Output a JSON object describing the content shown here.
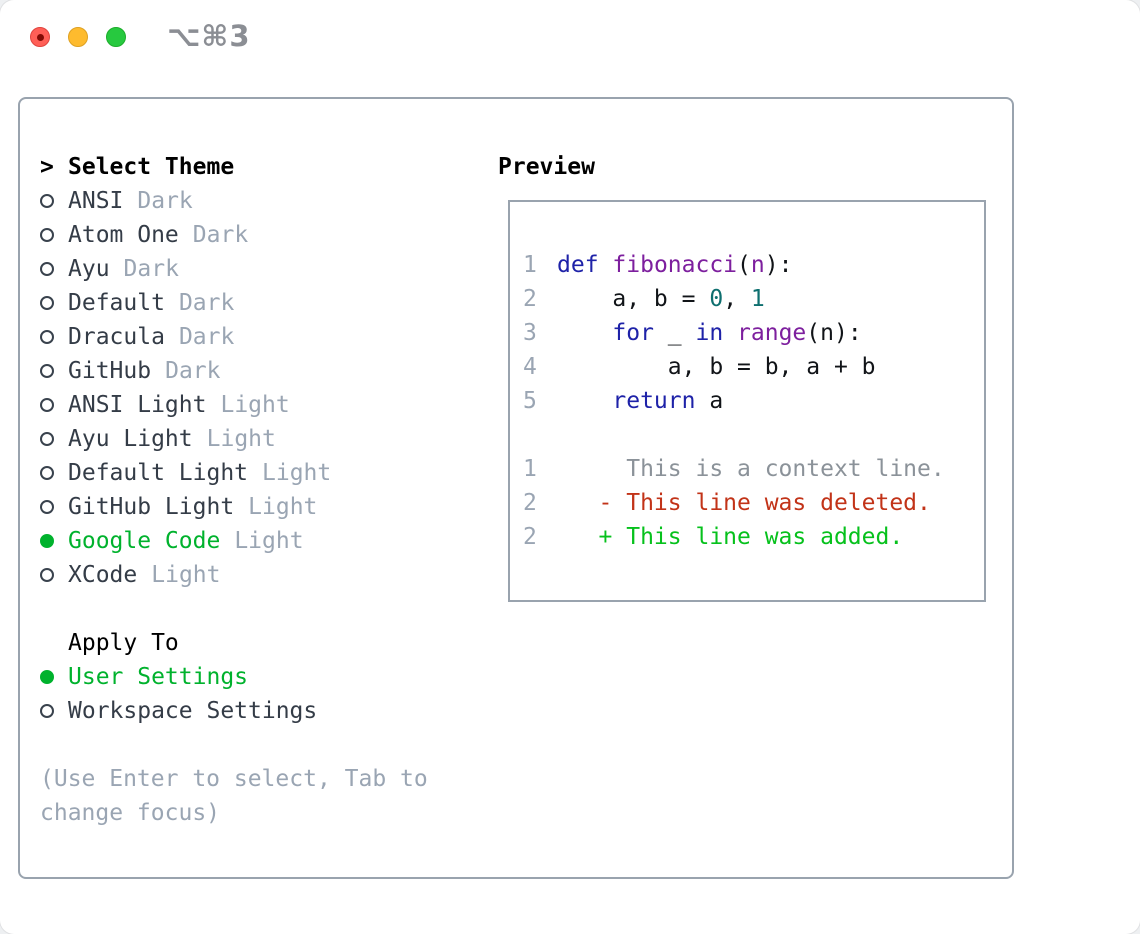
{
  "window": {
    "title": "⌥⌘3",
    "controls": [
      {
        "name": "close",
        "color": "#ff5f57"
      },
      {
        "name": "minimize",
        "color": "#febb2e"
      },
      {
        "name": "zoom",
        "color": "#27c93f"
      }
    ]
  },
  "theme_picker": {
    "heading_marker": ">",
    "heading": "Select Theme",
    "items": [
      {
        "name": "ANSI",
        "variant": "Dark",
        "selected": false
      },
      {
        "name": "Atom One",
        "variant": "Dark",
        "selected": false
      },
      {
        "name": "Ayu",
        "variant": "Dark",
        "selected": false
      },
      {
        "name": "Default",
        "variant": "Dark",
        "selected": false
      },
      {
        "name": "Dracula",
        "variant": "Dark",
        "selected": false
      },
      {
        "name": "GitHub",
        "variant": "Dark",
        "selected": false
      },
      {
        "name": "ANSI Light",
        "variant": "Light",
        "selected": false
      },
      {
        "name": "Ayu Light",
        "variant": "Light",
        "selected": false
      },
      {
        "name": "Default Light",
        "variant": "Light",
        "selected": false
      },
      {
        "name": "GitHub Light",
        "variant": "Light",
        "selected": false
      },
      {
        "name": "Google Code",
        "variant": "Light",
        "selected": true
      },
      {
        "name": "XCode",
        "variant": "Light",
        "selected": false
      }
    ],
    "apply_to": {
      "heading": "Apply To",
      "options": [
        {
          "label": "User Settings",
          "selected": true
        },
        {
          "label": "Workspace Settings",
          "selected": false
        }
      ]
    },
    "hint_lines": [
      "(Use Enter to select, Tab to",
      "change focus)"
    ]
  },
  "preview": {
    "heading": "Preview",
    "code_lines": [
      {
        "no": "1",
        "tokens": [
          [
            "kw",
            "def"
          ],
          [
            "pln",
            " "
          ],
          [
            "fn",
            "fibonacci"
          ],
          [
            "pln",
            "("
          ],
          [
            "fn",
            "n"
          ],
          [
            "pln",
            "):"
          ]
        ]
      },
      {
        "no": "2",
        "tokens": [
          [
            "pln",
            "    a, b = "
          ],
          [
            "lit",
            "0"
          ],
          [
            "pln",
            ", "
          ],
          [
            "lit",
            "1"
          ]
        ]
      },
      {
        "no": "3",
        "tokens": [
          [
            "pln",
            "    "
          ],
          [
            "kw",
            "for"
          ],
          [
            "pln",
            " _ "
          ],
          [
            "kw",
            "in"
          ],
          [
            "pln",
            " "
          ],
          [
            "fn",
            "range"
          ],
          [
            "pln",
            "(n):"
          ]
        ]
      },
      {
        "no": "4",
        "tokens": [
          [
            "pln",
            "        a, b = b, a + b"
          ]
        ]
      },
      {
        "no": "5",
        "tokens": [
          [
            "pln",
            "    "
          ],
          [
            "kw",
            "return"
          ],
          [
            "pln",
            " a"
          ]
        ]
      },
      {
        "no": "",
        "tokens": []
      },
      {
        "no": "1",
        "tokens": [
          [
            "ctx",
            "     This is a context line."
          ]
        ]
      },
      {
        "no": "2",
        "tokens": [
          [
            "del",
            "   - This line was deleted."
          ]
        ]
      },
      {
        "no": "2",
        "tokens": [
          [
            "add",
            "   + This line was added."
          ]
        ]
      }
    ]
  },
  "colors": {
    "accent_green": "#00b22d",
    "added_green": "#06c11c",
    "deleted_red": "#c23318",
    "keyword_blue": "#1e22a8",
    "function_purple": "#7d1f9e",
    "literal_teal": "#0e6f6f",
    "muted_gray": "#9aa5b3",
    "border_gray": "#99a3ae",
    "text_dark": "#343c47"
  }
}
